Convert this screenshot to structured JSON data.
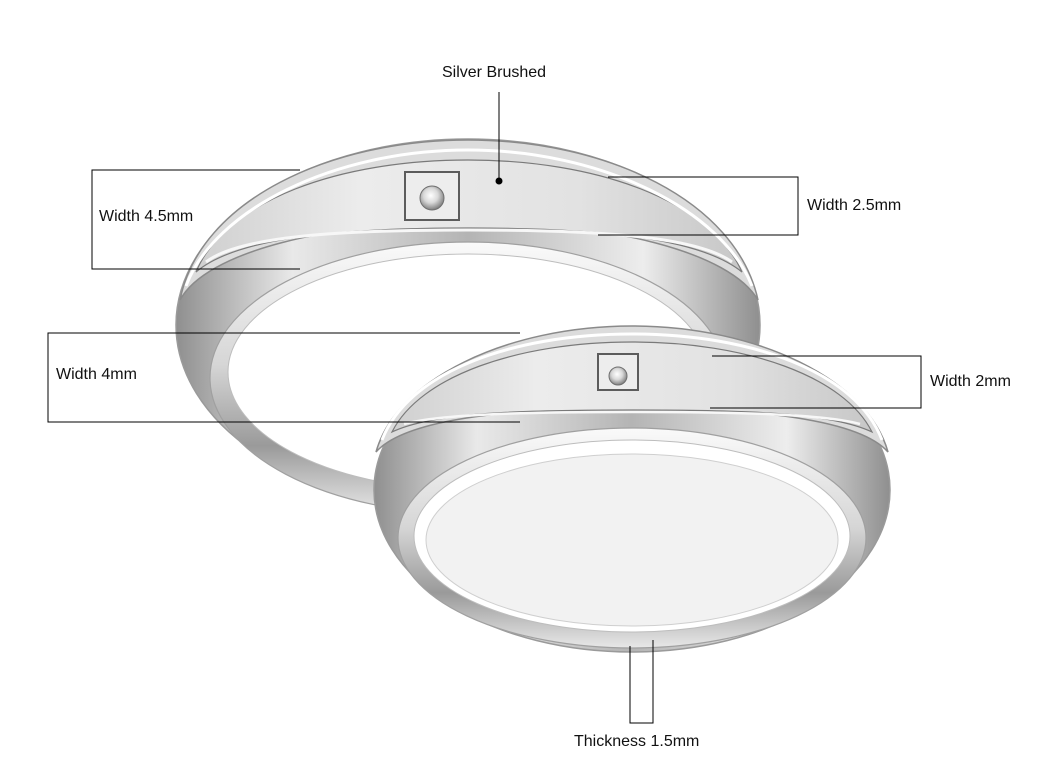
{
  "labels": {
    "material": "Silver Brushed",
    "large_ring_width": "Width 4.5mm",
    "large_groove_width": "Width 2.5mm",
    "small_ring_width": "Width 4mm",
    "small_groove_width": "Width 2mm",
    "thickness": "Thickness 1.5mm"
  },
  "colors": {
    "metal_light": "#f4f4f4",
    "metal_mid": "#c9c9c9",
    "metal_dark": "#8c8c8c",
    "brushed": "#e6e6e6",
    "line": "#000000"
  }
}
